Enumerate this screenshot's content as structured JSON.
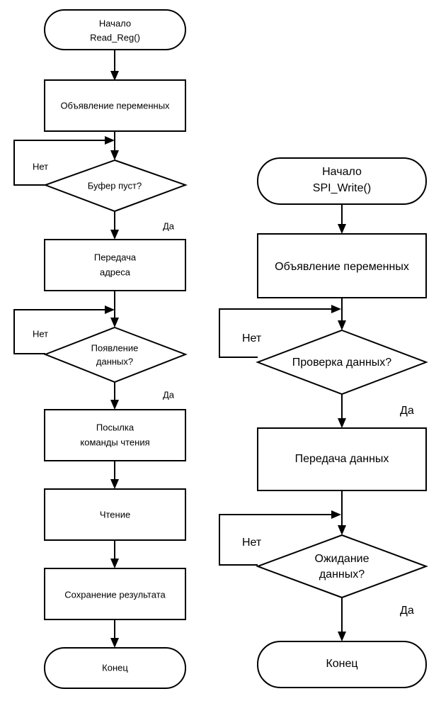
{
  "flowchart_left": {
    "start": {
      "line1": "Начало",
      "line2": "Read_Reg()"
    },
    "declare": "Объявление переменных",
    "check_buffer": "Буфер пуст?",
    "check_buffer_no": "Нет",
    "check_buffer_yes": "Да",
    "send_address": {
      "line1": "Передача",
      "line2": "адреса"
    },
    "check_data": {
      "line1": "Появление",
      "line2": "данных?"
    },
    "check_data_no": "Нет",
    "check_data_yes": "Да",
    "send_read_cmd": {
      "line1": "Посылка",
      "line2": "команды чтения"
    },
    "read": "Чтение",
    "save_result": "Сохранение результата",
    "end": "Конец"
  },
  "flowchart_right": {
    "start": {
      "line1": "Начало",
      "line2": "SPI_Write()"
    },
    "declare": "Объявление переменных",
    "check_data": "Проверка данных?",
    "check_data_no": "Нет",
    "check_data_yes": "Да",
    "send_data": "Передача данных",
    "wait_data": {
      "line1": "Ожидание",
      "line2": "данных?"
    },
    "wait_data_no": "Нет",
    "wait_data_yes": "Да",
    "end": "Конец"
  }
}
